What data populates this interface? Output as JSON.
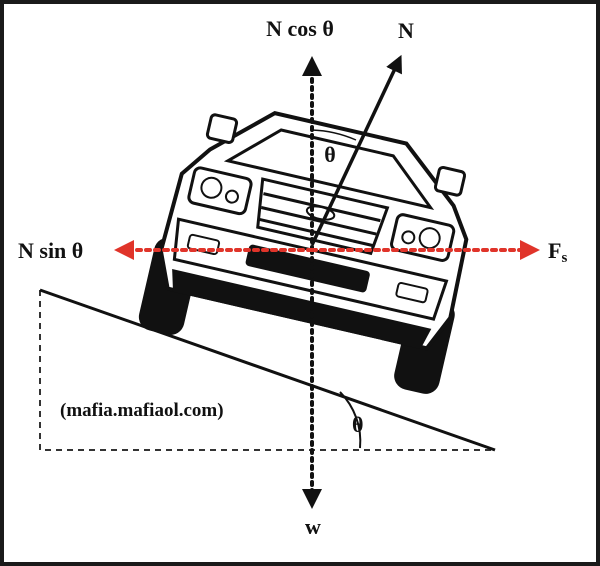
{
  "labels": {
    "n_cos_theta": "N cos θ",
    "normal_force": "N",
    "n_sin_theta": "N sin θ",
    "friction_force": "F",
    "friction_subscript": "s",
    "weight": "w",
    "theta_top": "θ",
    "theta_incline": "θ",
    "watermark": "(mafia.mafiaol.com)"
  },
  "colors": {
    "ink": "#111111",
    "horizontal_arrow": "#e0342a",
    "background": "#ffffff",
    "frame": "#1a1a1a"
  },
  "icons": {
    "vehicle": "suv-front-view-icon"
  }
}
